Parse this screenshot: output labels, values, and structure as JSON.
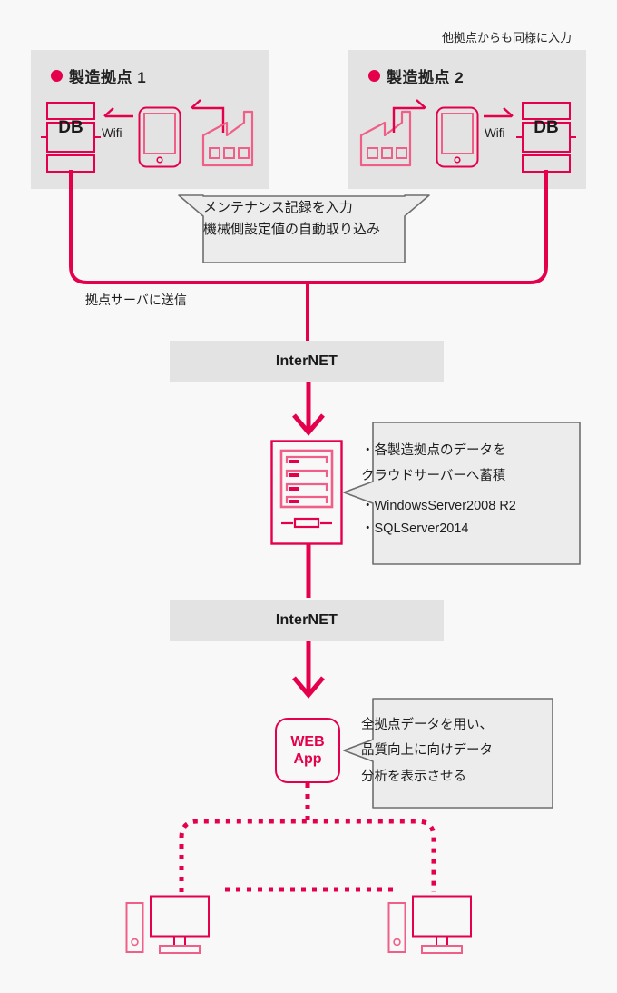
{
  "colors": {
    "accent_red": "#e4004b",
    "accent_red_light": "#ef5f87",
    "panel_grey": "#e3e3e3",
    "callout_grey": "#ececec",
    "callout_border": "#6e6e6e",
    "background": "#f8f8f8",
    "text": "#1d1d1d"
  },
  "top_note": {
    "label": "他拠点からも同様に入力"
  },
  "sites": [
    {
      "title": "製造拠点 1",
      "bullet_icon": "red-dot-icon",
      "wifi_label": "Wifi",
      "db_label": "DB",
      "flow_direction": "right-to-left",
      "icons": [
        "database-server-icon",
        "left-arrow-icon",
        "tablet-icon",
        "left-arrow-icon",
        "factory-icon"
      ]
    },
    {
      "title": "製造拠点 2",
      "bullet_icon": "red-dot-icon",
      "wifi_label": "Wifi",
      "db_label": "DB",
      "flow_direction": "left-to-right",
      "icons": [
        "factory-icon",
        "right-arrow-icon",
        "tablet-icon",
        "right-arrow-icon",
        "database-server-icon"
      ]
    }
  ],
  "callouts": {
    "maintenance": {
      "lines": [
        "メンテナンス記録を入力",
        "機械側設定値の自動取り込み"
      ]
    },
    "cloud_server": {
      "lines": [
        "・各製造拠点のデータを",
        "クラウドサーバーへ蓄積",
        "・WindowsServer2008 R2",
        "・SQLServer2014"
      ]
    },
    "analysis": {
      "lines": [
        "全拠点データを用い、",
        "品質向上に向けデータ",
        "分析を表示させる"
      ]
    }
  },
  "send_label": {
    "label": "拠点サーバに送信"
  },
  "internet_bars": [
    {
      "label": "InterNET"
    },
    {
      "label": "InterNET"
    }
  ],
  "cloud_server": {
    "icon": "rack-server-icon"
  },
  "web_app": {
    "line1": "WEB",
    "line2": "App"
  },
  "clients": [
    {
      "icon": "desktop-pc-icon"
    },
    {
      "icon": "desktop-pc-icon"
    }
  ]
}
